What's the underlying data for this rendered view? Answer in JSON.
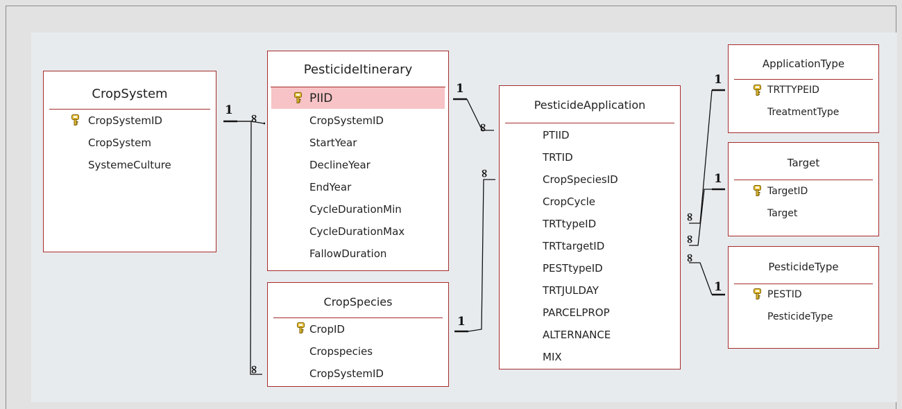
{
  "tables": {
    "crop_system": {
      "title": "CropSystem",
      "fields": [
        "CropSystemID",
        "CropSystem",
        "SystemeCulture"
      ]
    },
    "pesticide_itinerary": {
      "title": "PesticideItinerary",
      "fields": [
        "PIID",
        "CropSystemID",
        "StartYear",
        "DeclineYear",
        "EndYear",
        "CycleDurationMin",
        "CycleDurationMax",
        "FallowDuration"
      ]
    },
    "crop_species": {
      "title": "CropSpecies",
      "fields": [
        "CropID",
        "Cropspecies",
        "CropSystemID"
      ]
    },
    "pesticide_application": {
      "title": "PesticideApplication",
      "fields": [
        "PTIID",
        "TRTID",
        "CropSpeciesID",
        "CropCycle",
        "TRTtypeID",
        "TRTtargetID",
        "PESTtypeID",
        "TRTJULDAY",
        "PARCELPROP",
        "ALTERNANCE",
        "MIX"
      ]
    },
    "application_type": {
      "title": "ApplicationType",
      "fields": [
        "TRTTYPEID",
        "TreatmentType"
      ]
    },
    "target": {
      "title": "Target",
      "fields": [
        "TargetID",
        "Target"
      ]
    },
    "pesticide_type": {
      "title": "PesticideType",
      "fields": [
        "PESTID",
        "PesticideType"
      ]
    }
  },
  "cardinality": {
    "one": "1",
    "many": "∞"
  },
  "colors": {
    "table_border": "#a52a2a",
    "selected_field_bg": "#f7c3c6",
    "canvas_bg": "#e8ebee",
    "key_icon": "#c9a100"
  },
  "icons": {
    "primary_key": "key-icon"
  },
  "selected_field": "pesticide_itinerary.PIID"
}
